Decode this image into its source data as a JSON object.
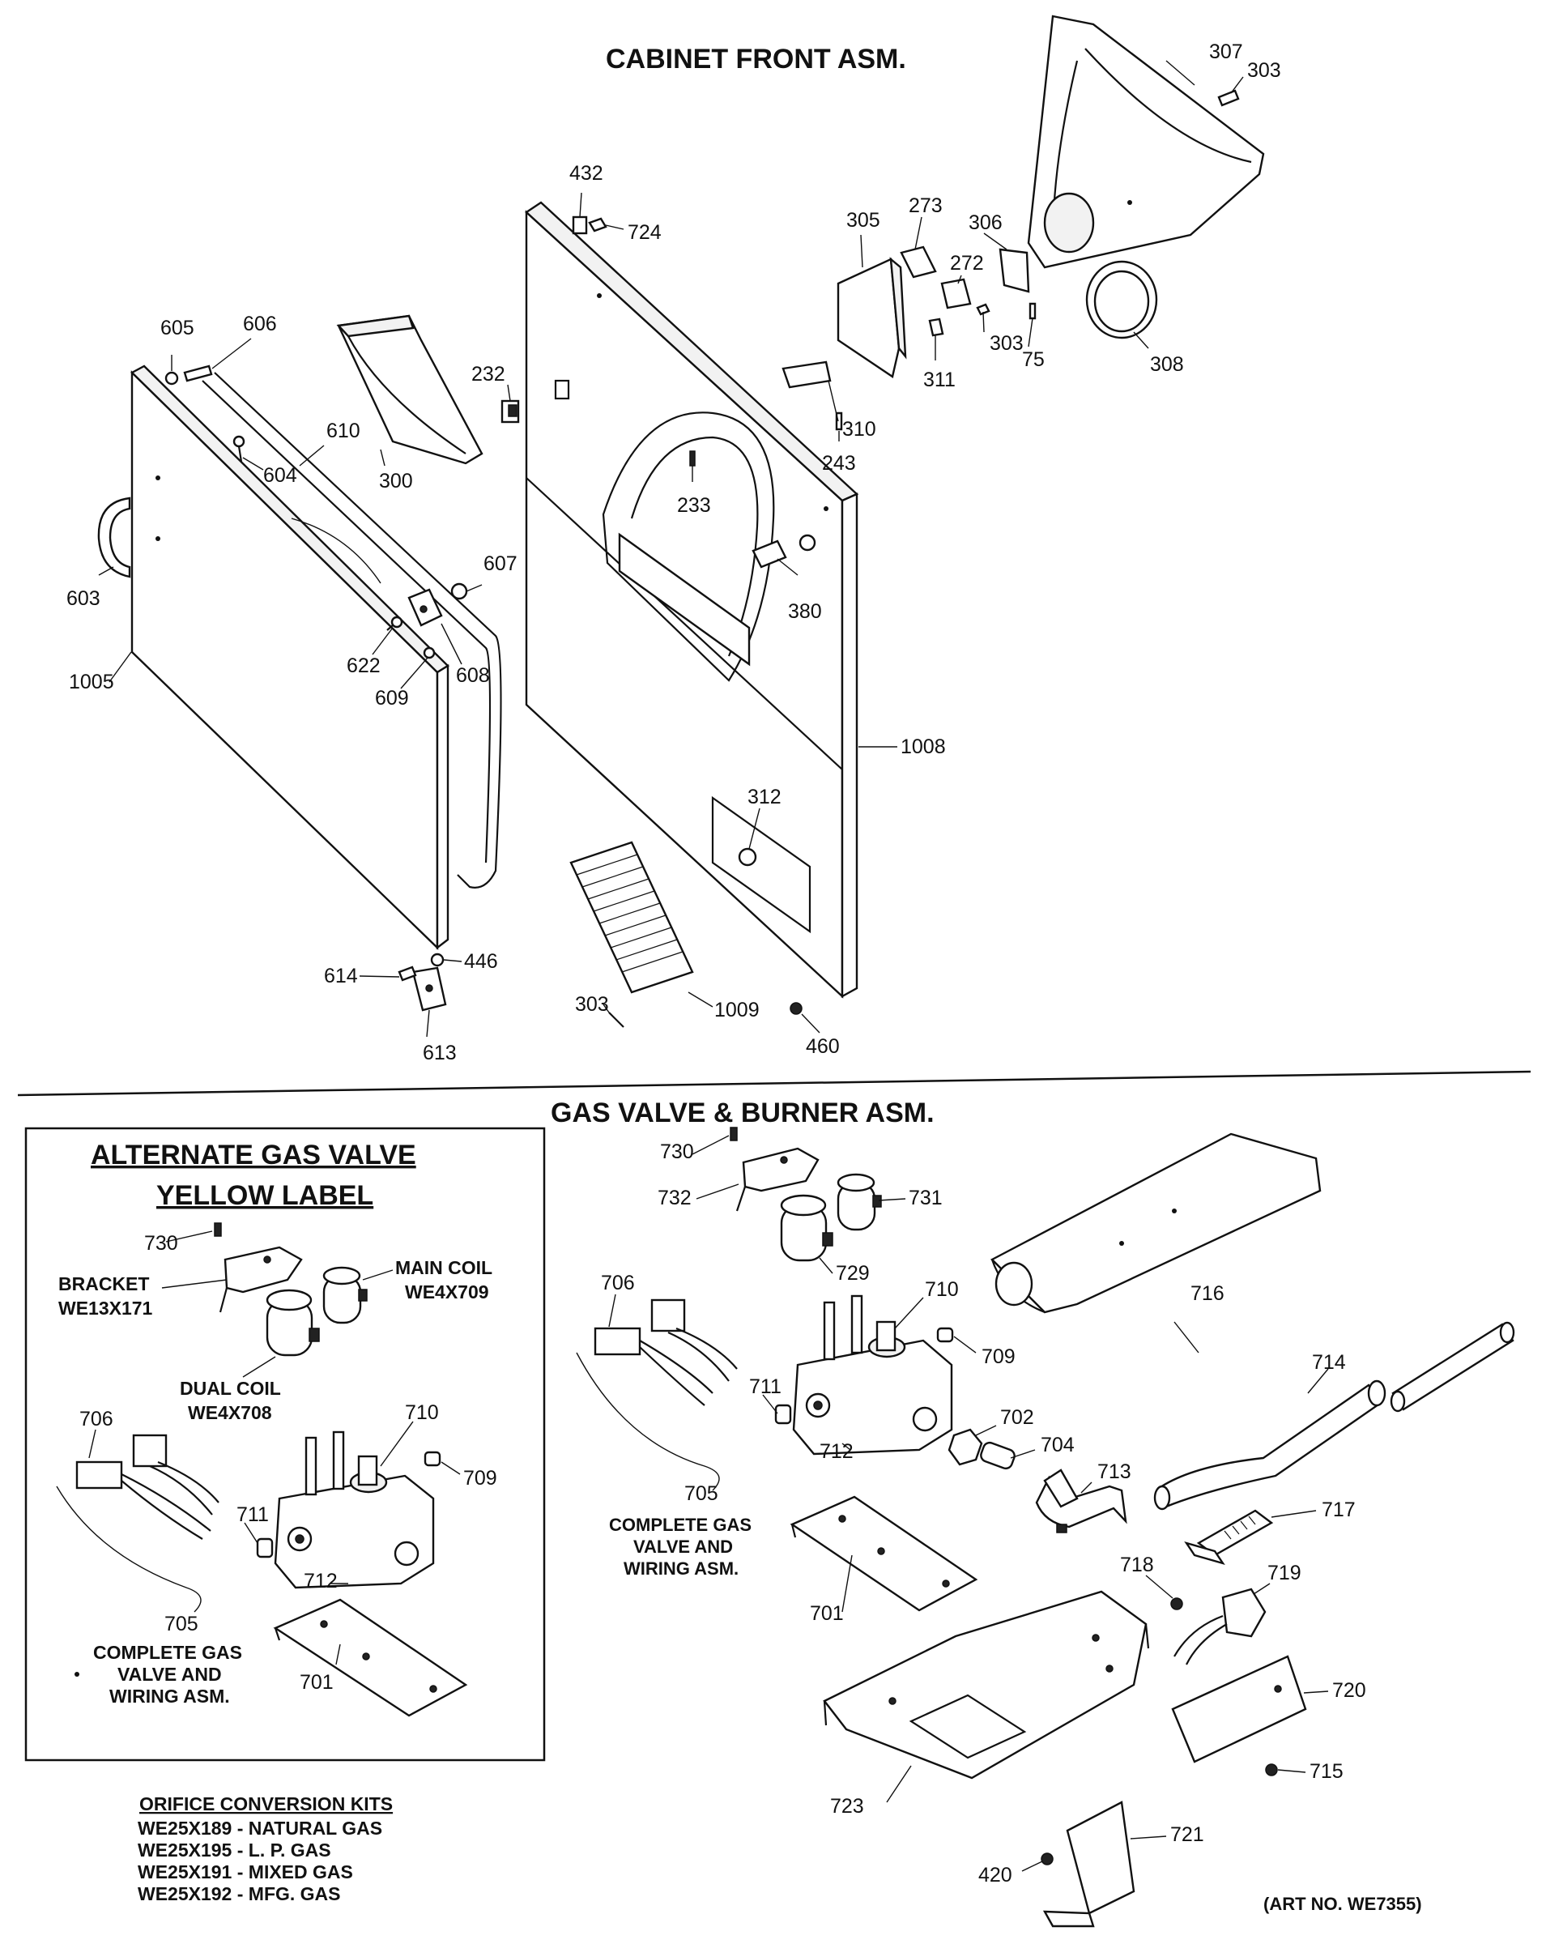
{
  "titles": {
    "cabinet_front": "CABINET FRONT ASM.",
    "gas_valve": "GAS VALVE & BURNER ASM.",
    "alt_box_line1": "ALTERNATE GAS VALVE",
    "alt_box_line2": "YELLOW LABEL",
    "art_no": "(ART NO. WE7355)"
  },
  "alt_box_text": {
    "bracket": "BRACKET",
    "bracket_pn": "WE13X171",
    "main_coil": "MAIN COIL",
    "main_coil_pn": "WE4X709",
    "dual_coil": "DUAL COIL",
    "dual_coil_pn": "WE4X708",
    "complete_1": "COMPLETE GAS",
    "complete_2": "VALVE AND",
    "complete_3": "WIRING ASM."
  },
  "main_text": {
    "complete_1": "COMPLETE GAS",
    "complete_2": "VALVE AND",
    "complete_3": "WIRING ASM."
  },
  "orifice_kits": {
    "heading": "ORIFICE CONVERSION KITS",
    "items": [
      "WE25X189 - NATURAL GAS",
      "WE25X195 - L. P. GAS",
      "WE25X191 - MIXED GAS",
      "WE25X192 - MFG. GAS"
    ]
  },
  "callouts": {
    "c307": "307",
    "c303a": "303",
    "c432": "432",
    "c724": "724",
    "c305": "305",
    "c273": "273",
    "c306": "306",
    "c272": "272",
    "c303b": "303",
    "c75": "75",
    "c311": "311",
    "c308": "308",
    "c605": "605",
    "c606": "606",
    "c232": "232",
    "c310": "310",
    "c243": "243",
    "c610": "610",
    "c604": "604",
    "c300": "300",
    "c233": "233",
    "c603": "603",
    "c607": "607",
    "c380": "380",
    "c622": "622",
    "c608": "608",
    "c609": "609",
    "c1005": "1005",
    "c1008": "1008",
    "c312": "312",
    "c614": "614",
    "c446": "446",
    "c613": "613",
    "c303c": "303",
    "c1009": "1009",
    "c460": "460",
    "c730a": "730",
    "c706a": "706",
    "c710a": "710",
    "c709a": "709",
    "c711a": "711",
    "c712a": "712",
    "c705a": "705",
    "c701a": "701",
    "c730b": "730",
    "c732": "732",
    "c731": "731",
    "c729": "729",
    "c706b": "706",
    "c710b": "710",
    "c709b": "709",
    "c711b": "711",
    "c712b": "712",
    "c705b": "705",
    "c702": "702",
    "c704": "704",
    "c713": "713",
    "c716": "716",
    "c714": "714",
    "c717": "717",
    "c718": "718",
    "c719": "719",
    "c701b": "701",
    "c720": "720",
    "c715": "715",
    "c723": "723",
    "c721": "721",
    "c420": "420"
  }
}
